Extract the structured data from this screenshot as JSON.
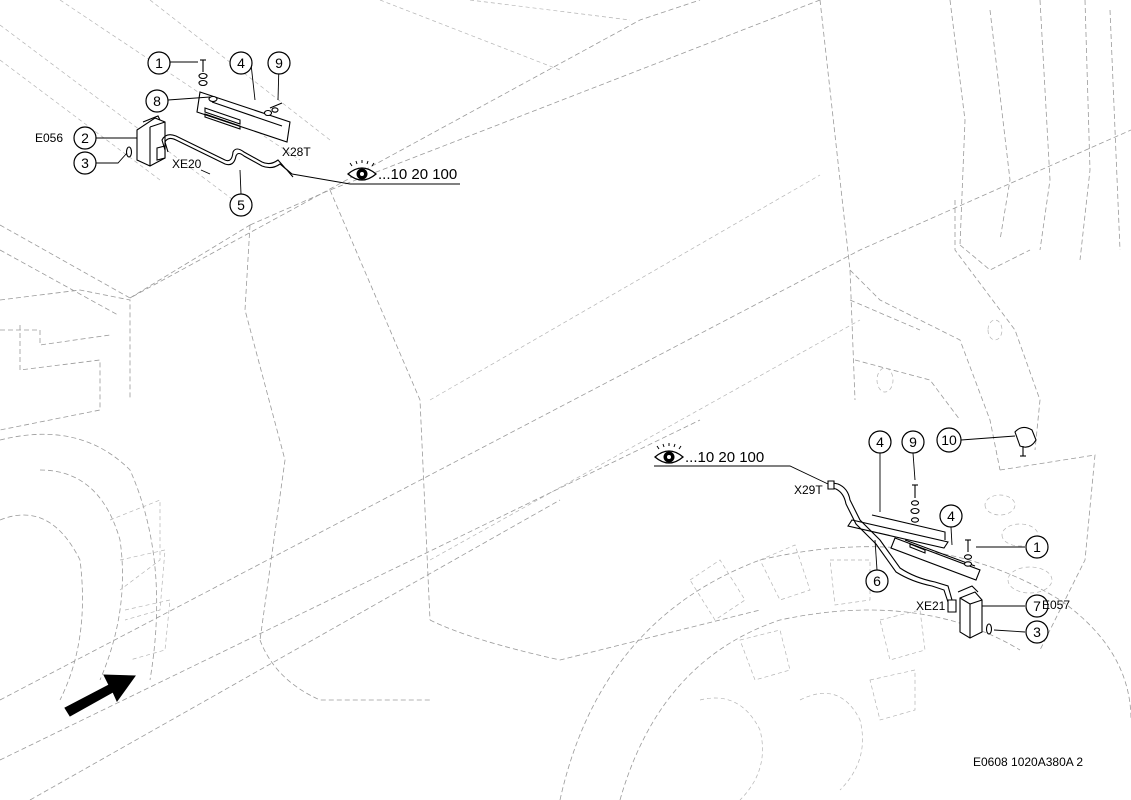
{
  "drawing_code": "E0608 1020A380A 2",
  "left_assembly": {
    "component_label": "E056",
    "connector_label": "XE20",
    "terminal_label": "X28T",
    "view_reference": "...10 20 100",
    "callouts": [
      "1",
      "4",
      "9",
      "8",
      "2",
      "3",
      "5"
    ]
  },
  "right_assembly": {
    "component_label": "E057",
    "connector_label": "XE21",
    "terminal_label": "X29T",
    "view_reference": "...10 20 100",
    "callouts": [
      "4",
      "9",
      "10",
      "4",
      "1",
      "6",
      "7",
      "3"
    ]
  },
  "icons": {
    "view_reference_icon": "eye-icon",
    "direction_icon": "arrow-icon"
  }
}
